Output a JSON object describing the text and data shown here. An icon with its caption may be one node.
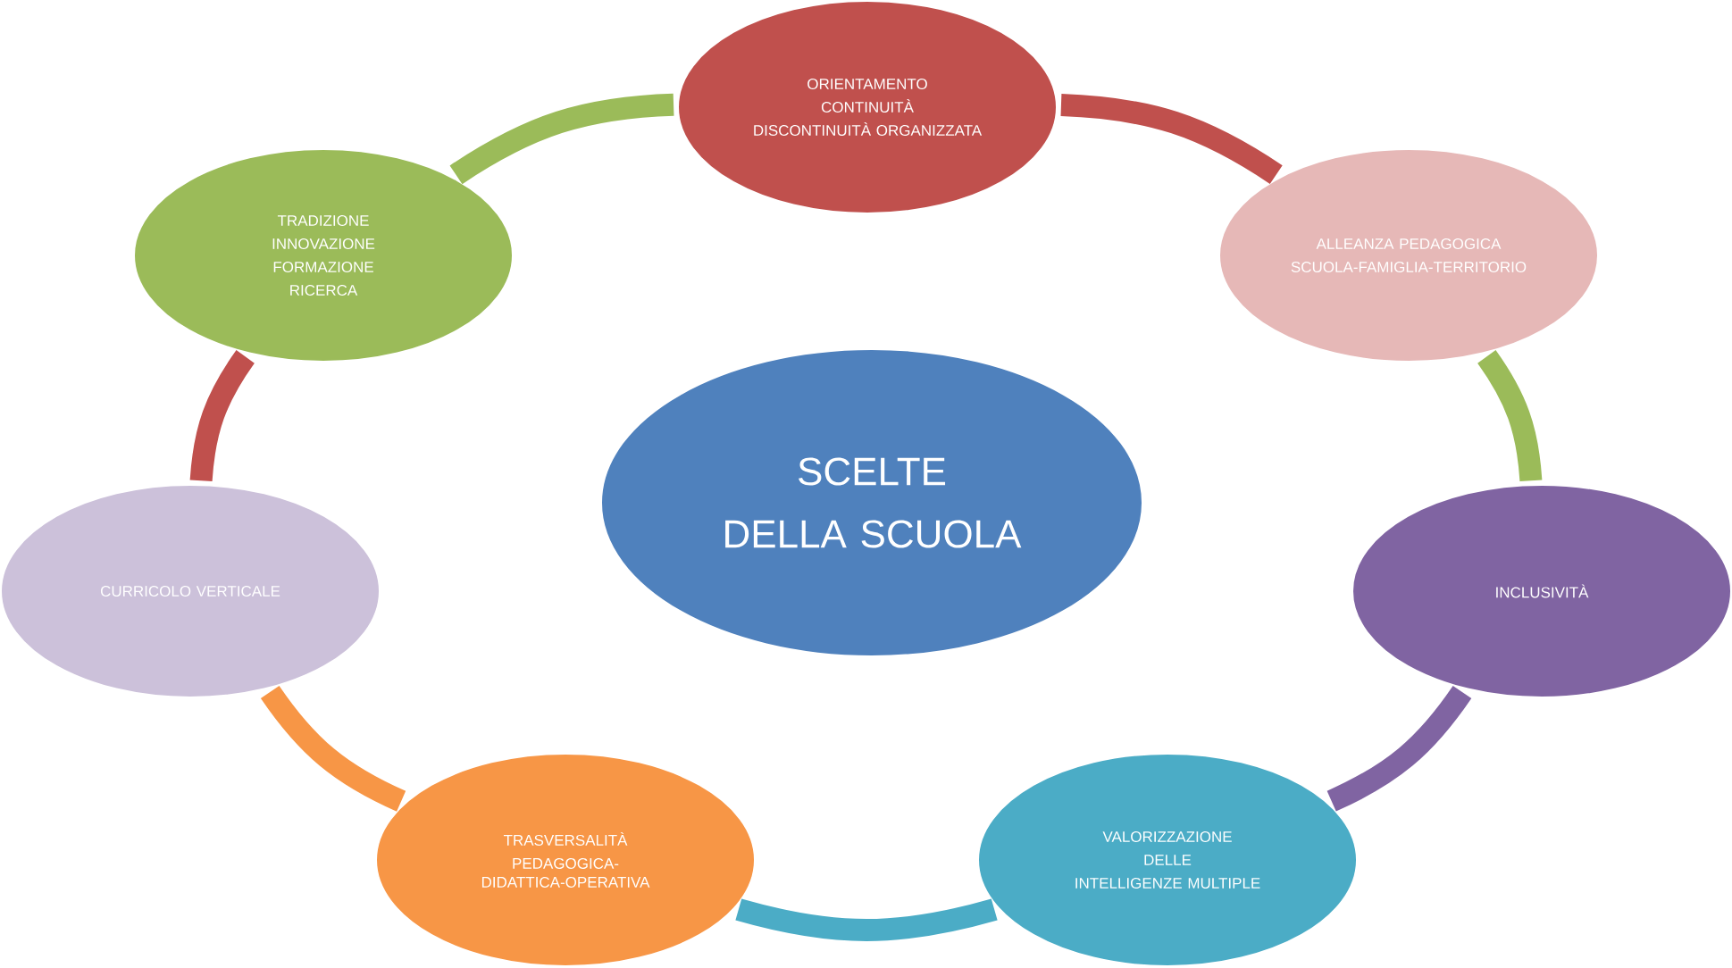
{
  "diagram": {
    "nodes": [
      {
        "text": [
          "SCELTE",
          "DELLA SCUOLA"
        ]
      },
      {
        "text": [
          "ORIENTAMENTO",
          "CONTINUITÀ",
          "DISCONTINUITÀ ORGANIZZATA"
        ]
      },
      {
        "text": [
          "ALLEANZA PEDAGOGICA",
          "SCUOLA-FAMIGLIA-TERRITORIO"
        ]
      },
      {
        "text": [
          "INCLUSIVITÀ"
        ]
      },
      {
        "text": [
          "VALORIZZAZIONE",
          "DELLE",
          "INTELLIGENZE MULTIPLE"
        ]
      },
      {
        "text": [
          "TRASVERSALITÀ",
          "PEDAGOGICA-DIDATTICA-OPERATIVA"
        ]
      },
      {
        "text": [
          "CURRICOLO VERTICALE"
        ]
      },
      {
        "text": [
          "TRADIZIONE",
          "INNOVAZIONE",
          "FORMAZIONE",
          "RICERCA"
        ]
      }
    ],
    "edges": [
      {
        "from": 1,
        "to": 2,
        "arrow": "none",
        "color": "#c0504d"
      },
      {
        "from": 2,
        "to": 3,
        "arrow": "none",
        "color": "#9bbb59"
      },
      {
        "from": 3,
        "to": 4,
        "arrow": "none",
        "color": "#8064a2"
      },
      {
        "from": 4,
        "to": 5,
        "arrow": "none",
        "color": "#4bacc6"
      },
      {
        "from": 5,
        "to": 6,
        "arrow": "none",
        "color": "#f79646"
      },
      {
        "from": 6,
        "to": 7,
        "arrow": "none",
        "color": "#c0504d"
      },
      {
        "from": 7,
        "to": 1,
        "arrow": "none",
        "color": "#9bbb59"
      }
    ]
  }
}
